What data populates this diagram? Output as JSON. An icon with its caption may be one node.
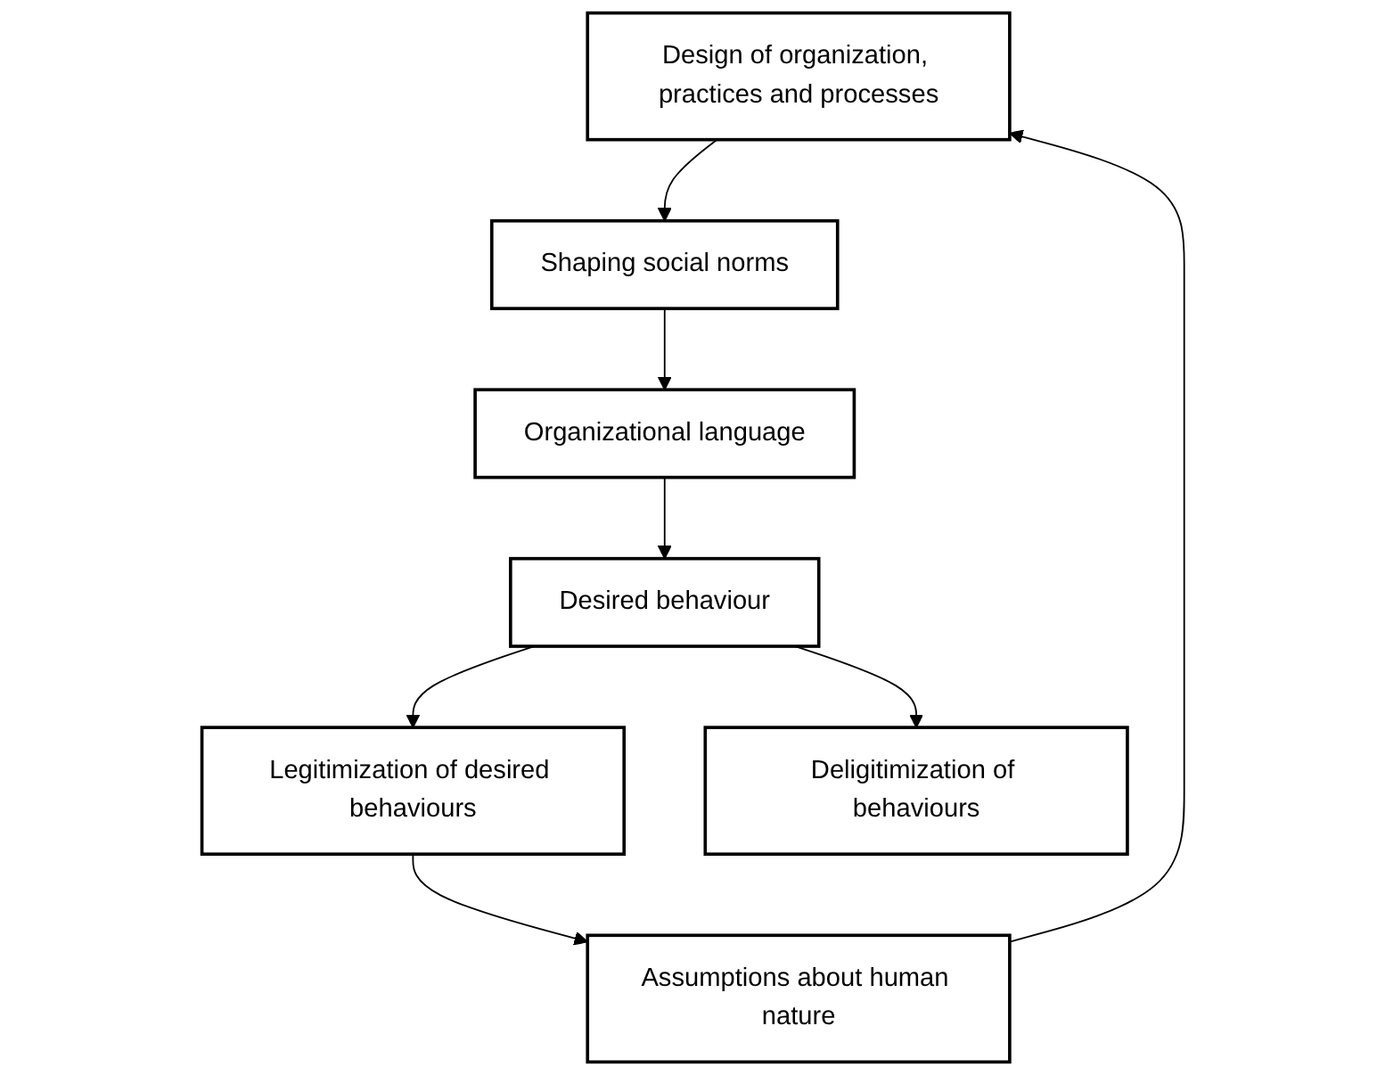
{
  "diagram": {
    "nodes": [
      {
        "text": [
          "Design of organization, practices and processes"
        ]
      },
      {
        "text": [
          "Shaping social norms"
        ]
      },
      {
        "text": [
          "Organizational language"
        ]
      },
      {
        "text": [
          "Desired behaviour"
        ]
      },
      {
        "text": [
          "Legitimization of desired behaviours"
        ]
      },
      {
        "text": [
          "Deligitimization of behaviours"
        ]
      },
      {
        "text": [
          "Assumptions about human nature"
        ]
      }
    ],
    "edges": [
      {
        "from": 0,
        "to": 1,
        "arrow": "to"
      },
      {
        "from": 1,
        "to": 2,
        "arrow": "to"
      },
      {
        "from": 2,
        "to": 3,
        "arrow": "to"
      },
      {
        "from": 3,
        "to": 4,
        "arrow": "to"
      },
      {
        "from": 3,
        "to": 5,
        "arrow": "to"
      },
      {
        "from": 4,
        "to": 6,
        "arrow": "to"
      },
      {
        "from": 6,
        "to": 0,
        "arrow": "to"
      }
    ]
  }
}
